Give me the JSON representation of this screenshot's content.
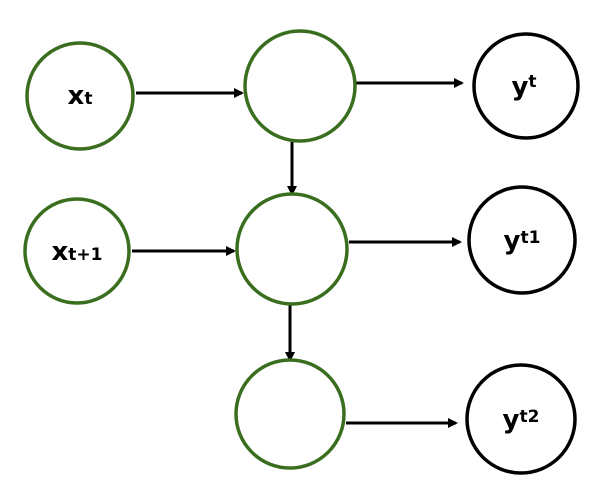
{
  "colors": {
    "input_node_stroke": "#3a6e1f",
    "hidden_node_stroke": "#3a6e1f",
    "output_node_stroke": "#000000",
    "arrow": "#000000",
    "background": "#ffffff"
  },
  "nodes": {
    "input_1": {
      "main": "x",
      "sub": "t"
    },
    "input_2": {
      "main": "x",
      "sub": "t+1"
    },
    "hidden_1": {},
    "hidden_2": {},
    "hidden_3": {},
    "output_1": {
      "main": "y",
      "sub": "t"
    },
    "output_2": {
      "main": "y",
      "sub": "t1"
    },
    "output_3": {
      "main": "y",
      "sub": "t2"
    }
  }
}
